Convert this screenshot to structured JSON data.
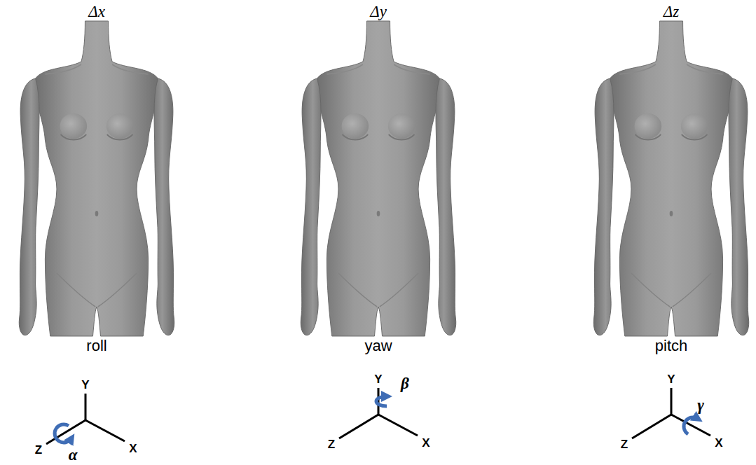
{
  "diagram": {
    "labels": [
      "Δx",
      "roll",
      "Y",
      "Z",
      "X",
      "α",
      "Δy",
      "yaw",
      "Y",
      "Z",
      "X",
      "β",
      "Δz",
      "pitch",
      "Y",
      "Z",
      "X",
      "γ"
    ]
  }
}
